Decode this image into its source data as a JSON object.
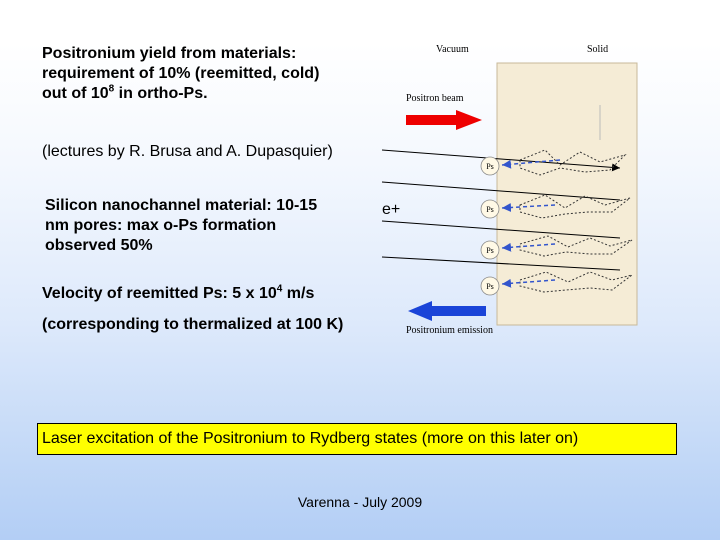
{
  "slide": {
    "title": {
      "line1": "Positronium yield from materials:",
      "line2": "requirement of 10% (reemitted, cold)",
      "line3_pre": "out of 10",
      "line3_sup": "8",
      "line3_post": " in ortho-Ps."
    },
    "lectures": "(lectures by R. Brusa and A. Dupasquier)",
    "silicon": {
      "line1": "Silicon nanochannel material: 10-15",
      "line2": "nm pores: max o-Ps formation",
      "line3": "observed 50%"
    },
    "velocity": {
      "pre": "Velocity of reemitted Ps: 5 x 10",
      "sup": "4",
      "post": " m/s"
    },
    "corresponding": "(corresponding to thermalized at 100 K)",
    "laser": "Laser excitation of the Positronium to Rydberg states (more on this later on)",
    "footer": "Varenna - July 2009"
  },
  "diagram": {
    "vacuum_label": "Vacuum",
    "solid_label": "Solid",
    "beam_label": "Positron beam",
    "emission_label": "Positronium emission",
    "eplus_label": "e+",
    "ps_labels": [
      "Ps",
      "Ps",
      "Ps",
      "Ps"
    ],
    "colors": {
      "solid_fill": "#f5ecd6",
      "beam_arrow": "#ee0000",
      "emission_arrow": "#1a44d8",
      "ps_track": "#3355cc"
    }
  }
}
